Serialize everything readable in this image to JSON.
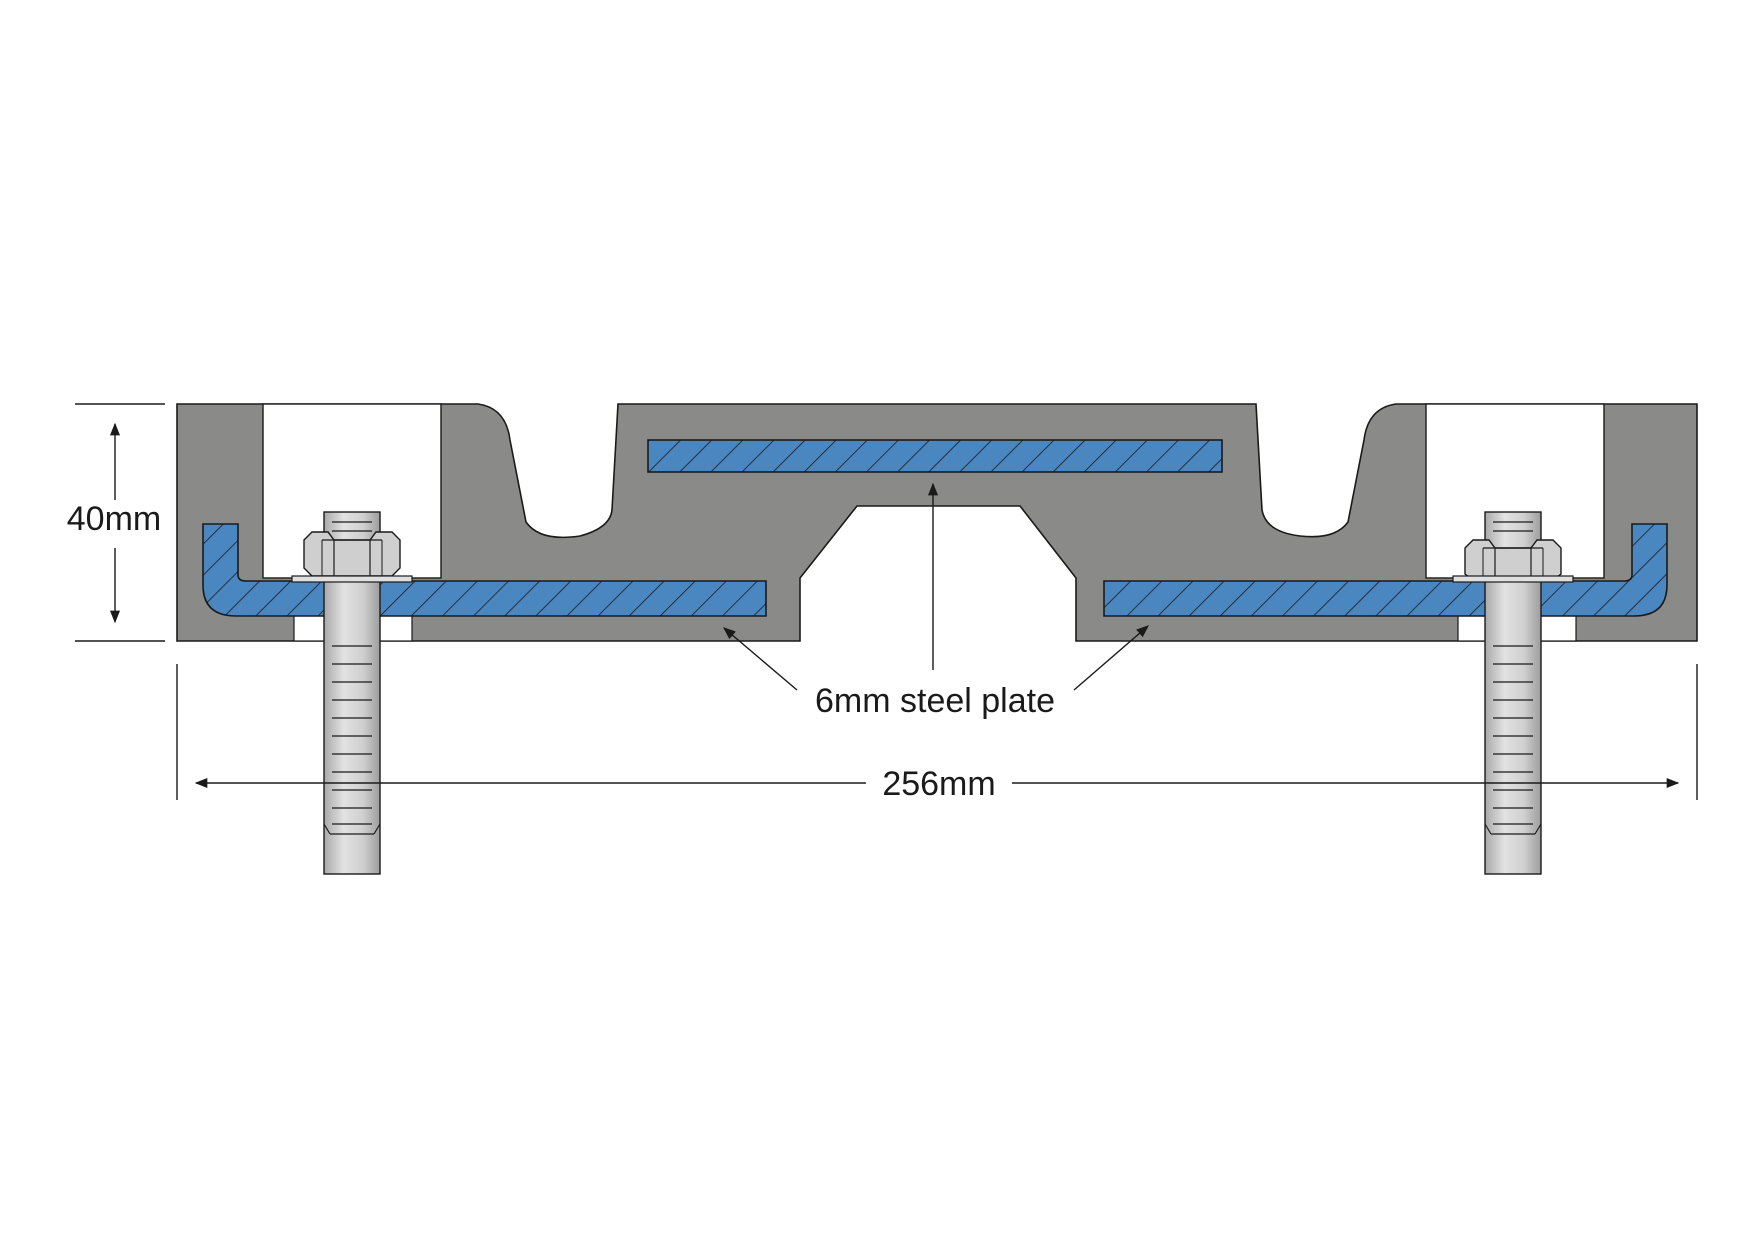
{
  "diagram": {
    "height_dimension": "40mm",
    "width_dimension": "256mm",
    "callout": "6mm steel plate",
    "colors": {
      "rubber_body": "#8a8a89",
      "steel_plate": "#4a86c0",
      "bolt": "#c8c8c8",
      "line": "#1a1a1a",
      "background": "#ffffff"
    }
  }
}
